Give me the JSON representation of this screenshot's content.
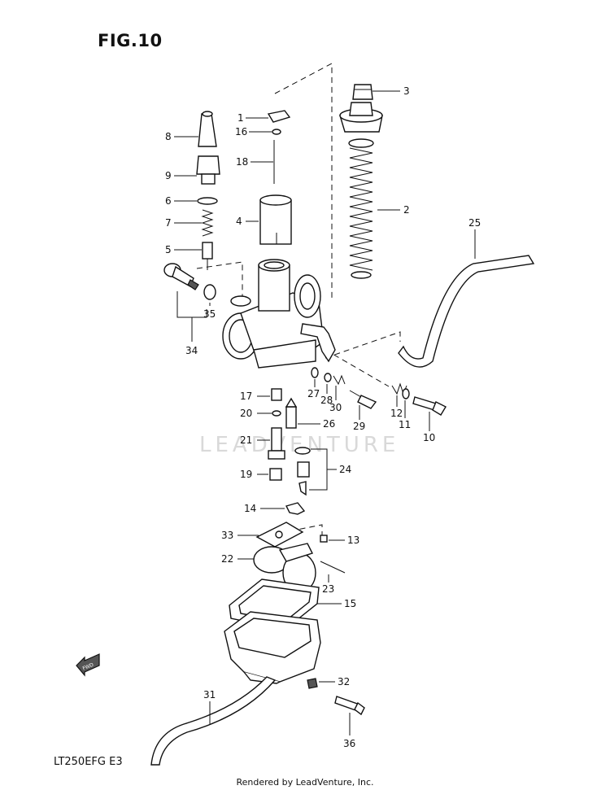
{
  "figure": {
    "title": "FIG.10",
    "model_code": "LT250EFG  E3",
    "footer": "Rendered by LeadVenture, Inc.",
    "watermark": "LEADVENTURE",
    "fwd_label": "FWD"
  },
  "callouts": {
    "p1": "1",
    "p2": "2",
    "p3": "3",
    "p4": "4",
    "p5": "5",
    "p6": "6",
    "p7": "7",
    "p8": "8",
    "p9": "9",
    "p10": "10",
    "p11": "11",
    "p12": "12",
    "p13": "13",
    "p14": "14",
    "p15": "15",
    "p16": "16",
    "p17": "17",
    "p18": "18",
    "p19": "19",
    "p20": "20",
    "p21": "21",
    "p22": "22",
    "p23": "23",
    "p24": "24",
    "p25": "25",
    "p26": "26",
    "p27": "27",
    "p28": "28",
    "p29": "29",
    "p30": "30",
    "p31": "31",
    "p32": "32",
    "p33": "33",
    "p34": "34",
    "p35": "35",
    "p36": "36"
  }
}
